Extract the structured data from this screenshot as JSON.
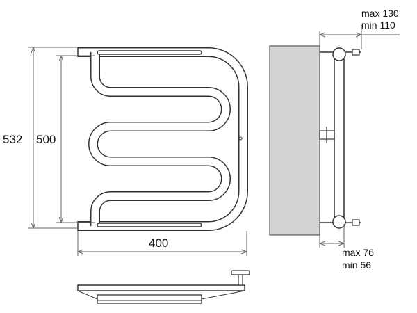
{
  "dimensions": {
    "outer_height": "532",
    "inner_height": "500",
    "width": "400",
    "depth_max": "max 130",
    "depth_min": "min 110",
    "gap_max": "max 76",
    "gap_min": "min 56"
  },
  "colors": {
    "line": "#333333",
    "dim_line": "#666666",
    "wall": "#d4d4d4",
    "pipe_fill": "#ffffff"
  }
}
